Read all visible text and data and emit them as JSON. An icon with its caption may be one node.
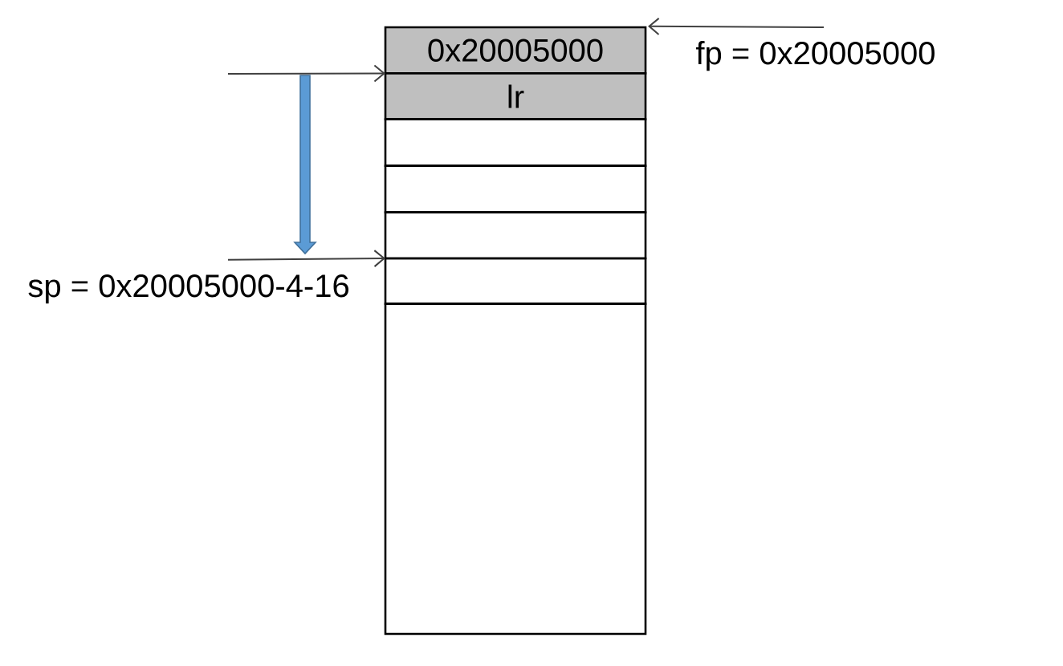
{
  "diagram": {
    "nodes": [
      {
        "text": [
          "0x20005000"
        ]
      },
      {
        "text": [
          "lr"
        ]
      },
      {
        "text": [],
        "shape": "box"
      },
      {
        "text": [],
        "shape": "box"
      },
      {
        "text": [],
        "shape": "box"
      },
      {
        "text": [],
        "shape": "box"
      },
      {
        "text": [],
        "shape": "box"
      },
      {
        "text": [
          "fp = 0x20005000"
        ]
      },
      {
        "text": [
          "sp = 0x20005000-4-16"
        ]
      }
    ],
    "edges": [
      {
        "from": 7,
        "to": 0,
        "arrow": "to"
      },
      {
        "from": null,
        "to": 1,
        "arrow": "to"
      },
      {
        "from": 8,
        "to": 5,
        "arrow": "to"
      }
    ]
  }
}
